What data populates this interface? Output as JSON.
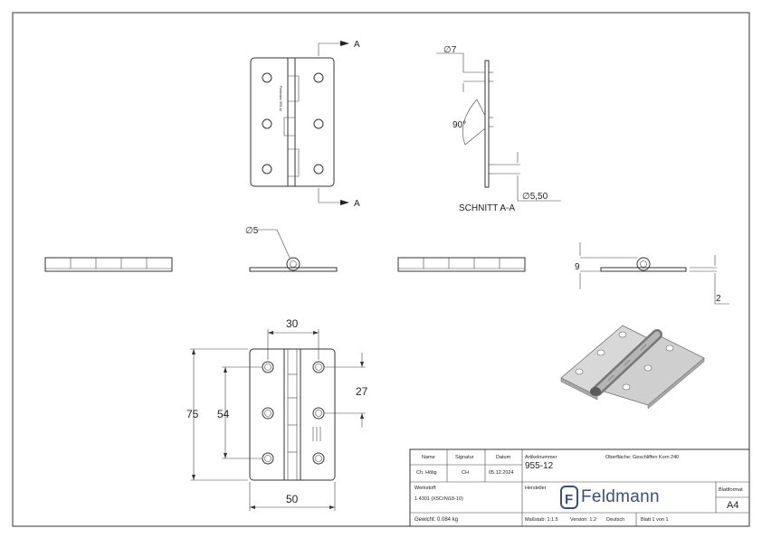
{
  "section": {
    "marker_top": "A",
    "marker_bottom": "A",
    "label": "SCHNITT A-A"
  },
  "dims": {
    "d7": "∅7",
    "angle": "90°",
    "d550": "∅5,50",
    "d5": "∅5",
    "h9": "9",
    "t2": "2",
    "w30": "30",
    "h75": "75",
    "h54": "54",
    "h27": "27",
    "w50": "50"
  },
  "stamp": "Feldmann 955-12",
  "title_block": {
    "name_hdr": "Name",
    "signatur_hdr": "Signatur",
    "datum_hdr": "Datum",
    "name_val": "Ch. Hölig",
    "signatur_val": "CH",
    "datum_val": "05.12.2024",
    "artikel_hdr": "Artikelnummer",
    "artikel_val": "955-12",
    "oberflaeche": "Oberfläche: Geschliffen Korn 240",
    "werkstoff_hdr": "Werkstoff:",
    "werkstoff_val": "1.4301 (X5CrNi18-10)",
    "hersteller_hdr": "Hersteller",
    "brand": "Feldmann",
    "brand_letter": "F",
    "blattformat_hdr": "Blattformat",
    "blattformat_val": "A4",
    "gewicht": "Gewicht: 0.084 kg",
    "massstab": "Maßstab: 1:1.5",
    "version": "Version: 1.2",
    "sprache": "Deutsch",
    "blatt": "Blatt 1 von 1"
  },
  "colors": {
    "line": "#333333",
    "brand": "#3a4f7a",
    "hinge_metal": "#c8c8c8",
    "hinge_dark": "#6a6a6a"
  }
}
